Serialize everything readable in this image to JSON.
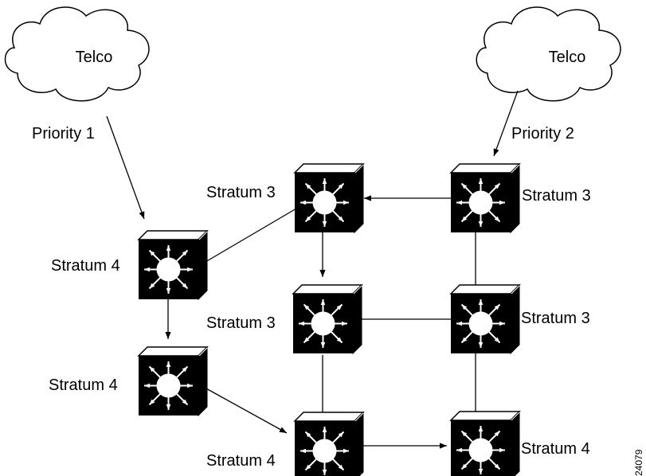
{
  "clouds": [
    {
      "id": "cloud-left",
      "label": "Telco"
    },
    {
      "id": "cloud-right",
      "label": "Telco"
    }
  ],
  "priority_labels": [
    "Priority 1",
    "Priority 2"
  ],
  "switches": [
    {
      "id": "sw-a",
      "label": "Stratum 4"
    },
    {
      "id": "sw-b",
      "label": "Stratum 4"
    },
    {
      "id": "sw-c",
      "label": "Stratum 3"
    },
    {
      "id": "sw-d",
      "label": "Stratum 3"
    },
    {
      "id": "sw-e",
      "label": "Stratum 4"
    },
    {
      "id": "sw-f",
      "label": "Stratum 3"
    },
    {
      "id": "sw-g",
      "label": "Stratum 3"
    },
    {
      "id": "sw-h",
      "label": "Stratum 4"
    }
  ],
  "figure_id": "24079"
}
